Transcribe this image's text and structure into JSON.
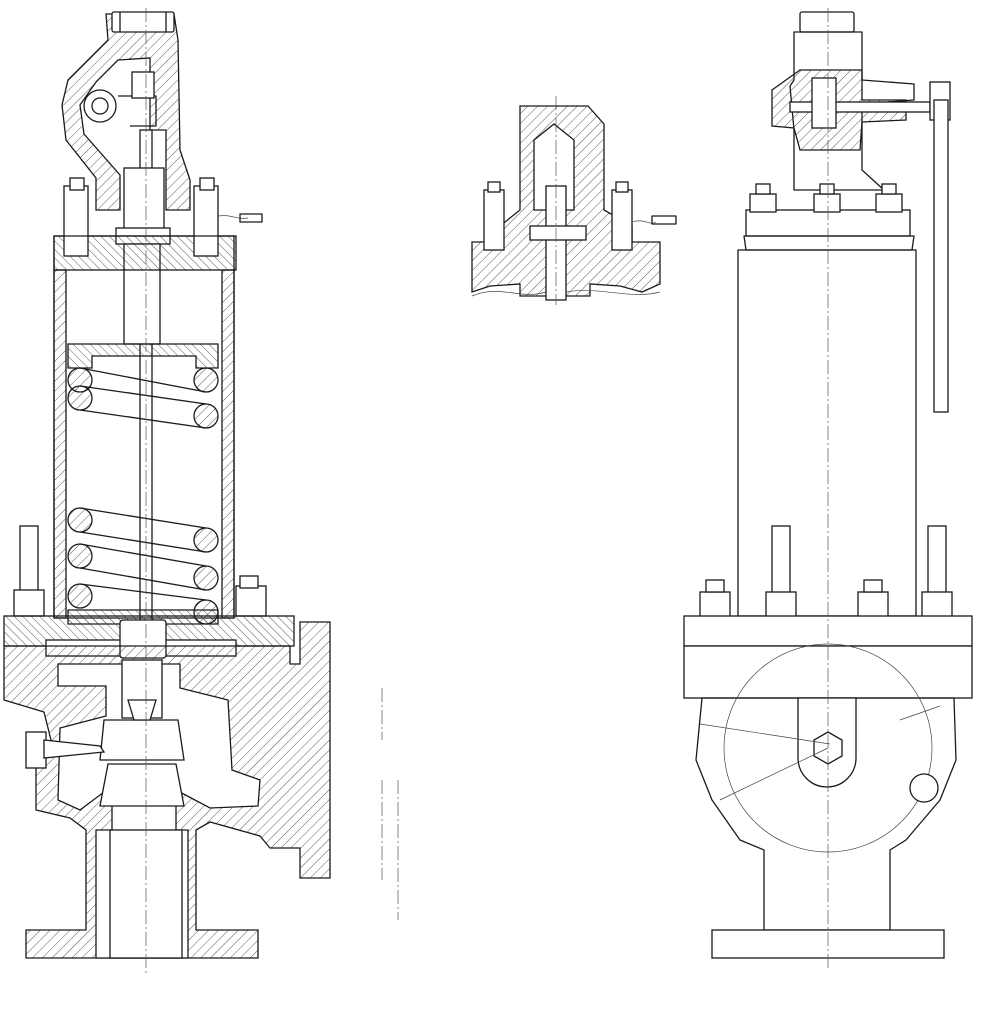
{
  "drawing": {
    "views": [
      {
        "id": "section-view"
      },
      {
        "id": "detail-view"
      },
      {
        "id": "side-view"
      }
    ]
  }
}
